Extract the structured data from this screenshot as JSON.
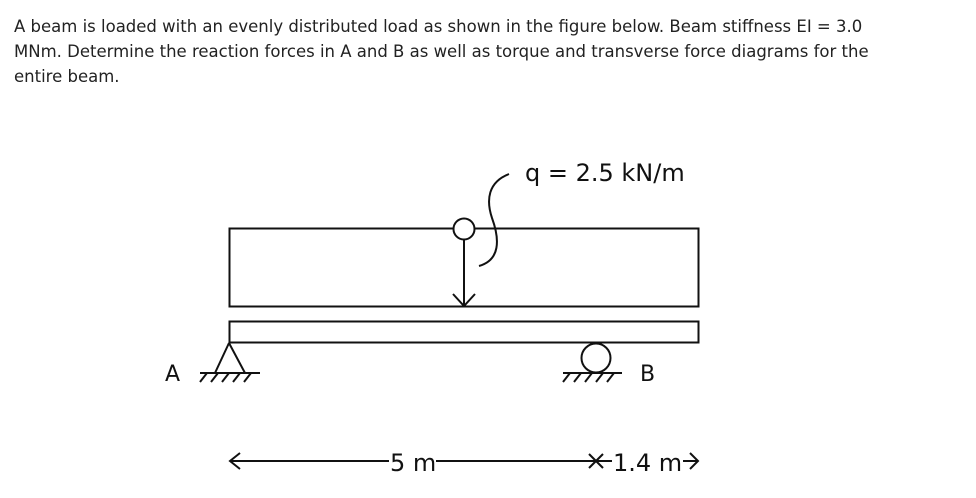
{
  "problem": {
    "text": "A beam is loaded with an evenly distributed load as shown in the figure below. Beam stiffness EI = 3.0 MNm. Determine the reaction forces in A and B as well as torque and transverse force diagrams for the entire beam."
  },
  "figure": {
    "load_label": "q = 2.5 kN/m",
    "support_a_label": "A",
    "support_b_label": "B",
    "span_label": "5 m",
    "overhang_label": "1.4 m",
    "line_color": "#111111"
  }
}
